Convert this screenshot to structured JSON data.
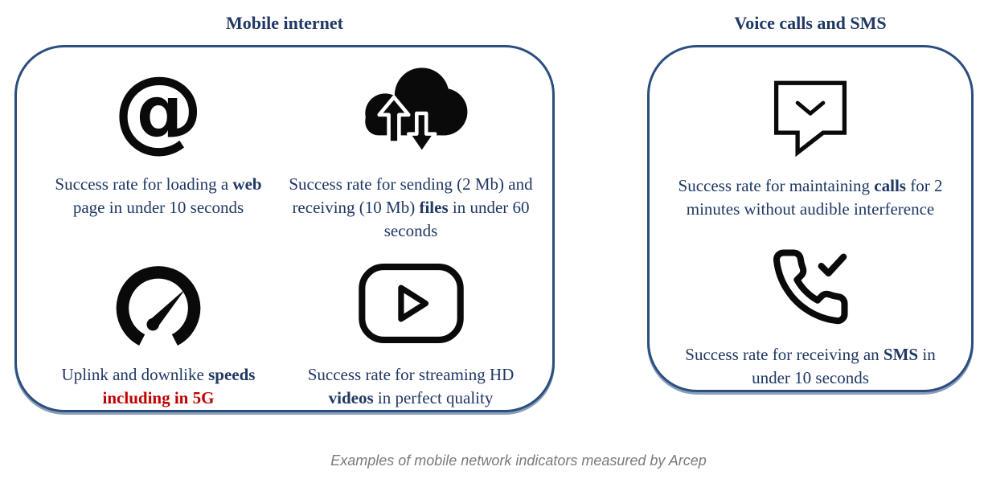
{
  "caption": "Examples of mobile network indicators measured by Arcep",
  "colors": {
    "text_navy": "#1f3864",
    "box_border_blue": "#2b4e7f",
    "accent_red": "#bf0000",
    "icon_black": "#0a0a0a",
    "caption_gray": "#7a7a7a"
  },
  "panels": [
    {
      "title": "Mobile internet",
      "items": [
        {
          "icon": "at-icon",
          "glyph": "@",
          "segments": [
            {
              "t": "Success rate for loading a ",
              "s": "n"
            },
            {
              "t": "web",
              "s": "b"
            },
            {
              "t": " page in under 10 seconds",
              "s": "n"
            }
          ]
        },
        {
          "icon": "cloud-upload-download-icon",
          "segments": [
            {
              "t": "Success rate for sending (2 Mb) and receiving (10 Mb) ",
              "s": "n"
            },
            {
              "t": "files",
              "s": "b"
            },
            {
              "t": " in under 60 seconds",
              "s": "n"
            }
          ]
        },
        {
          "icon": "speedometer-icon",
          "segments": [
            {
              "t": "Uplink and downlike ",
              "s": "n"
            },
            {
              "t": "speeds",
              "s": "b"
            },
            {
              "t": " ",
              "s": "n"
            },
            {
              "t": "including in 5G",
              "s": "br"
            }
          ]
        },
        {
          "icon": "video-player-icon",
          "segments": [
            {
              "t": "Success rate for streaming HD ",
              "s": "n"
            },
            {
              "t": "videos",
              "s": "b"
            },
            {
              "t": " in perfect quality",
              "s": "n"
            }
          ]
        }
      ]
    },
    {
      "title": "Voice calls and SMS",
      "items": [
        {
          "icon": "message-received-icon",
          "segments": [
            {
              "t": "Success rate for maintaining ",
              "s": "n"
            },
            {
              "t": "calls",
              "s": "b"
            },
            {
              "t": " for 2 minutes without audible interference",
              "s": "n"
            }
          ]
        },
        {
          "icon": "phone-check-icon",
          "segments": [
            {
              "t": "Success rate for receiving an ",
              "s": "n"
            },
            {
              "t": "SMS",
              "s": "b"
            },
            {
              "t": " in under 10 seconds",
              "s": "n"
            }
          ]
        }
      ]
    }
  ]
}
